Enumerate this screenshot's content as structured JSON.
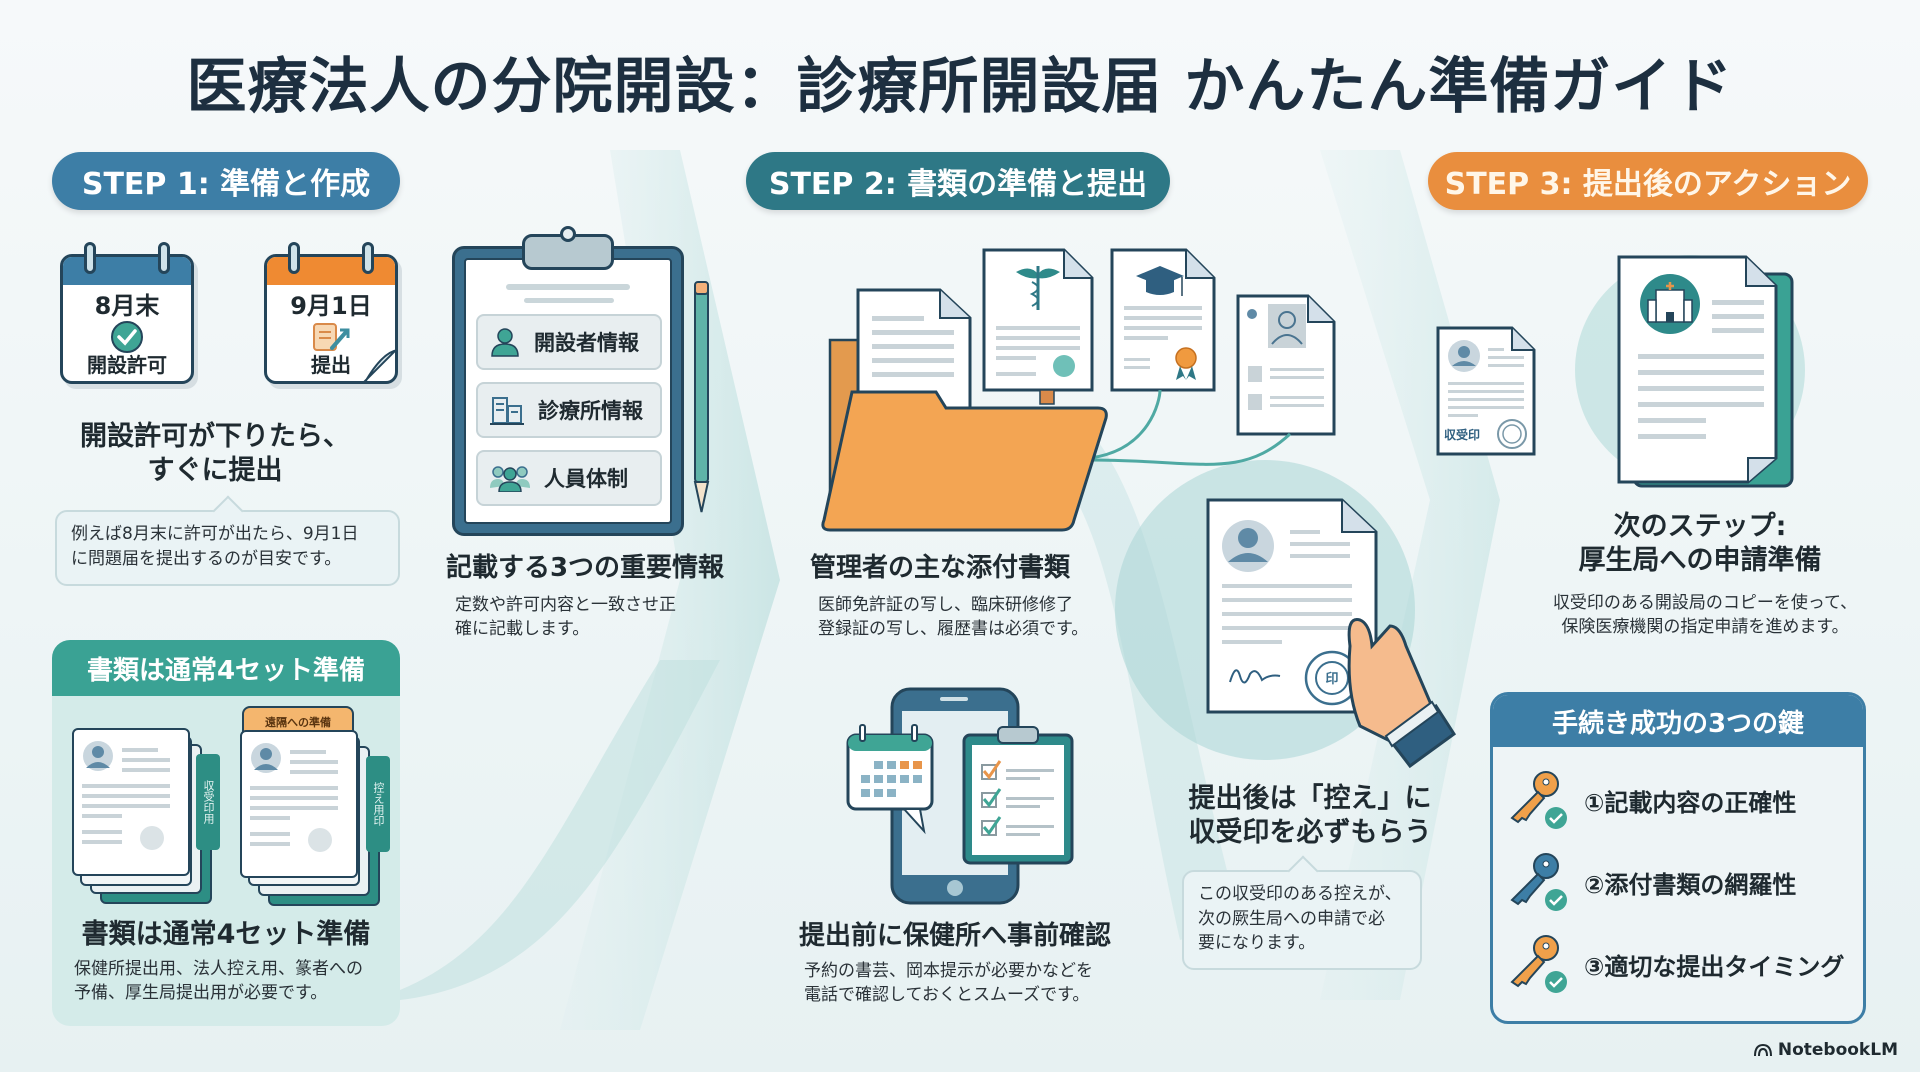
{
  "title": "医療法人の分院開設：診療所開設届 かんたん準備ガイド",
  "colors": {
    "step1": "#3d7ea6",
    "step2": "#2e7886",
    "step3": "#e98e3e",
    "teal": "#3fa595",
    "orange": "#f0a04a",
    "navy": "#24455a"
  },
  "step1": {
    "label": "STEP 1: 準備と作成",
    "calendars": [
      {
        "date": "8月末",
        "label": "開設許可",
        "icon": "check-circle-icon"
      },
      {
        "date": "9月1日",
        "label": "提出",
        "icon": "document-send-icon"
      }
    ],
    "timing": {
      "heading": "開設許可が下りたら、すぐに提出",
      "heading_line1": "開設許可が下りたら、",
      "heading_line2": "すぐに提出",
      "callout_line1": "例えば8月末に許可が出たら、9月1日",
      "callout_line2": "に問題届を提出するのが目安です。"
    },
    "clipboard": {
      "rows": [
        {
          "label": "開設者情報",
          "icon": "person-icon"
        },
        {
          "label": "診療所情報",
          "icon": "building-icon"
        },
        {
          "label": "人員体制",
          "icon": "group-icon"
        }
      ],
      "heading": "記載する3つの重要情報",
      "body_line1": "定数や許可内容と一致させ正",
      "body_line2": "確に記載します。"
    },
    "sets_box": {
      "header": "書類は通常4セット準備",
      "folder_tab": "遠隔への準備",
      "side_tab_left": "収受印用",
      "side_tab_right": "控え用印",
      "heading": "書類は通常4セット準備",
      "body_line1": "保健所提出用、法人控え用、篆者への",
      "body_line2": "予備、厚生局提出用が必要です。"
    }
  },
  "step2": {
    "label": "STEP 2: 書類の準備と提出",
    "attachments": {
      "documents": [
        "document-icon",
        "medical-license-icon",
        "graduation-certificate-icon",
        "resume-icon"
      ],
      "heading": "管理者の主な添付書類",
      "body_line1": "医師免許証の写し、臨床研修修了",
      "body_line2": "登録証の写し、履歴書は必須です。"
    },
    "precheck": {
      "heading": "提出前に保健所へ事前確認",
      "body_line1": "予約の書芸、岡本提示が必要かなどを",
      "body_line2": "電話で確認しておくとスムーズです。"
    },
    "receipt": {
      "heading_line1": "提出後は「控え」に",
      "heading_line2": "収受印を必ずもらう",
      "callout_line1": "この収受印のある控えが、",
      "callout_line2": "次の厥生局への申請で必",
      "callout_line3": "要になります。"
    }
  },
  "step3": {
    "label": "STEP 3: 提出後のアクション",
    "stamp_doc_label": "収受印",
    "next": {
      "heading_line1": "次のステップ:",
      "heading_line2": "厚生局への申請準備",
      "body_line1": "収受印のある開設局のコピーを使って、",
      "body_line2": "保険医療機関の指定申請を進めます。"
    },
    "keys_box": {
      "header": "手続き成功の3つの鍵",
      "items": [
        {
          "label": "①記載内容の正確性",
          "key_color": "#f0a04a"
        },
        {
          "label": "②添付書類の網羅性",
          "key_color": "#3d7ea6"
        },
        {
          "label": "③適切な提出タイミング",
          "key_color": "#f0a04a"
        }
      ]
    }
  },
  "footer": {
    "brand": "NotebookLM"
  }
}
